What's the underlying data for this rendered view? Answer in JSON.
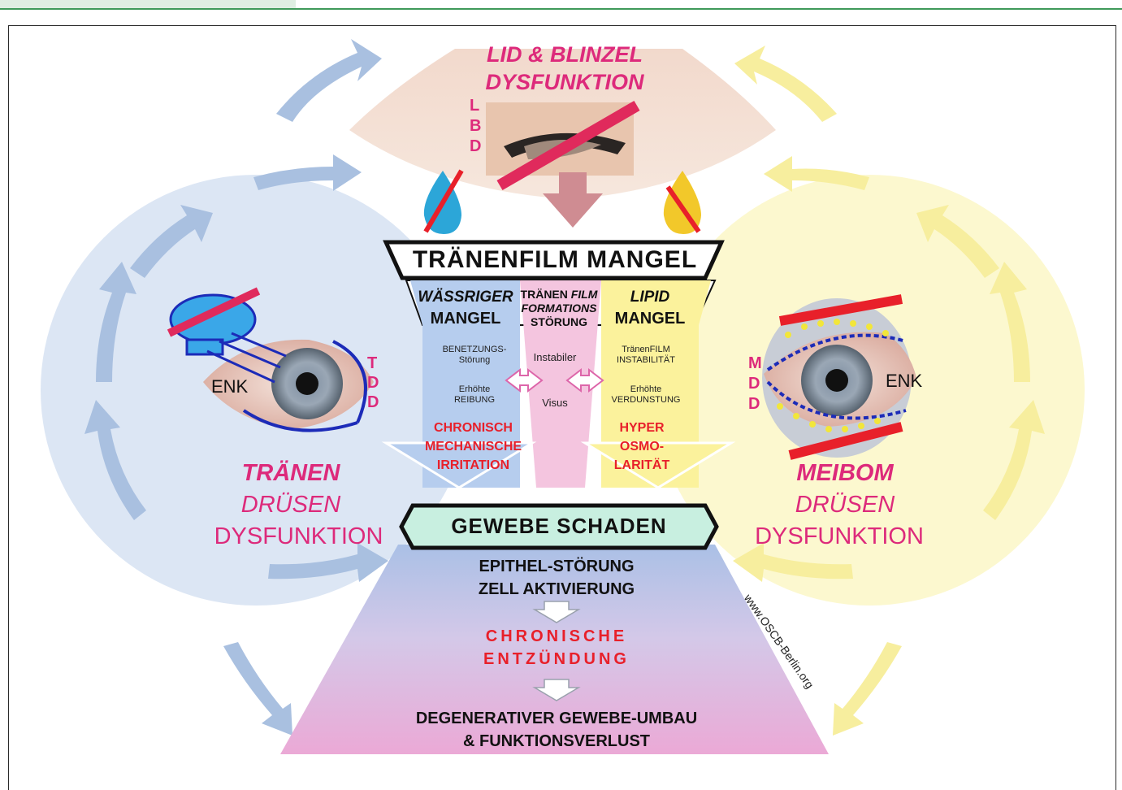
{
  "header": {
    "tab_color": "#dfeee2",
    "rule_color": "#3f9a5a"
  },
  "lbd": {
    "title_line1": "LID & BLINZEL",
    "title_line2": "DYSFUNKTION",
    "acronym": [
      "L",
      "B",
      "D"
    ]
  },
  "tdd": {
    "title_line1": "TRÄNEN",
    "title_line2": "DRÜSEN",
    "title_line3": "DYSFUNKTION",
    "acronym": [
      "T",
      "D",
      "D"
    ],
    "enk": "ENK",
    "color": "#d6e3f3"
  },
  "mdd": {
    "title_line1": "MEIBOM",
    "title_line2": "DRÜSEN",
    "title_line3": "DYSFUNKTION",
    "acronym": [
      "M",
      "D",
      "D"
    ],
    "enk": "ENK",
    "color": "#fbf6c4"
  },
  "tearfilm": {
    "header": "TRÄNENFILM MANGEL",
    "left_title_1": "WÄSSRIGER",
    "left_title_2": "MANGEL",
    "mid_title_1": "TRÄNEN",
    "mid_title_1b": "FILM",
    "mid_title_2": "FORMATIONS",
    "mid_title_3": "STÖRUNG",
    "right_title_1": "LIPID",
    "right_title_2": "MANGEL",
    "left_item1_a": "BENETZUNGS-",
    "left_item1_b": "Störung",
    "left_item2_a": "Erhöhte",
    "left_item2_b": "REIBUNG",
    "mid_item1": "Instabiler",
    "mid_item2": "Visus",
    "right_item1_a": "TränenFILM",
    "right_item1_b": "INSTABILITÄT",
    "right_item2_a": "Erhöhte",
    "right_item2_b": "VERDUNSTUNG",
    "left_result_1": "CHRONISCH",
    "left_result_2": "MECHANISCHE",
    "left_result_3": "IRRITATION",
    "right_result_1": "HYPER",
    "right_result_2": "OSMO-",
    "right_result_3": "LARITÄT"
  },
  "damage": {
    "header": "GEWEBE SCHADEN",
    "line1": "EPITHEL-STÖRUNG",
    "line2": "ZELL AKTIVIERUNG",
    "line3": "CHRONISCHE",
    "line4": "ENTZÜNDUNG",
    "line5": "DEGENERATIVER GEWEBE-UMBAU",
    "line6": "& FUNKTIONSVERLUST"
  },
  "watermark": "www.OSCB-Berlin.org",
  "colors": {
    "magenta": "#dd2a7b",
    "red": "#e8202a",
    "blue_arrow": "#a9c0e0",
    "yellow_arrow": "#f7ee9e"
  }
}
